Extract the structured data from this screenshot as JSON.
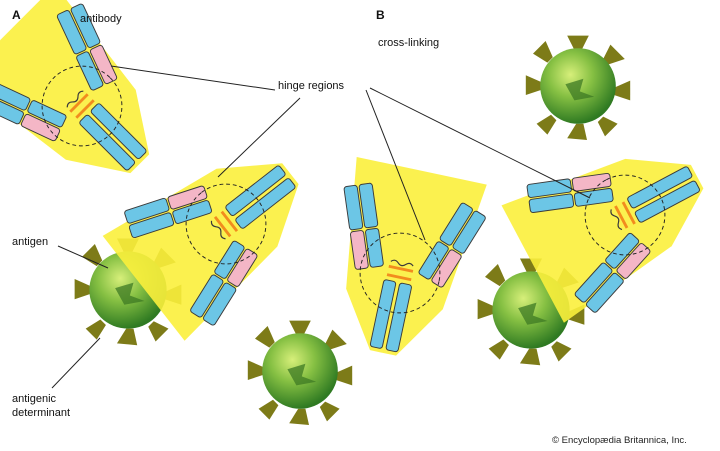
{
  "panel_a": {
    "letter": "A",
    "title": "antibody"
  },
  "panel_b": {
    "letter": "B",
    "title": "cross-linking"
  },
  "labels": {
    "hinge_regions": "hinge regions",
    "antigen": "antigen",
    "antigenic_determinant_line1": "antigenic",
    "antigenic_determinant_line2": "determinant"
  },
  "credit": "© Encyclopædia Britannica, Inc.",
  "colors": {
    "heavy_chain": "#6cc6e6",
    "light_chain": "#f4b6c6",
    "glow": "#fbef3c",
    "hinge_bridge": "#f28c1e",
    "antigen_core": "#4f9a2c",
    "determinant": "#7d7b18",
    "chain_outline": "#3a3a3a"
  }
}
